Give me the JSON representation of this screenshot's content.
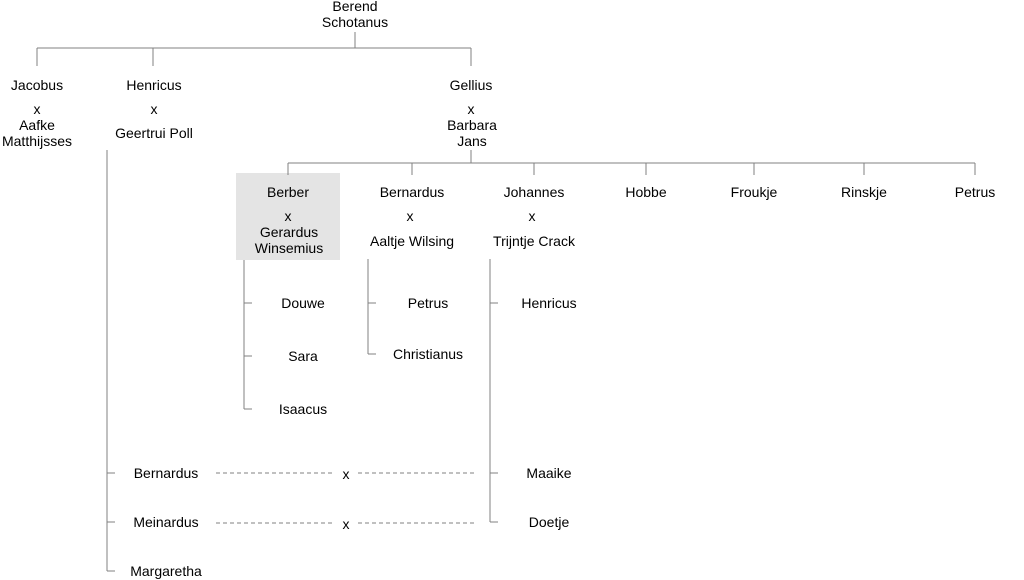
{
  "tree": {
    "root": {
      "line1": "Berend",
      "line2": "Schotanus"
    },
    "marriage_marker": "x",
    "children": {
      "jacobus": {
        "name": "Jacobus",
        "spouse_line1": "Aafke",
        "spouse_line2": "Matthijsses"
      },
      "henricus": {
        "name": "Henricus",
        "spouse": "Geertrui Poll"
      },
      "gellius": {
        "name": "Gellius",
        "spouse_line1": "Barbara",
        "spouse_line2": "Jans"
      }
    },
    "gellius_children": {
      "berber": {
        "name": "Berber",
        "spouse_line1": "Gerardus",
        "spouse_line2": "Winsemius"
      },
      "bernardus": {
        "name": "Bernardus",
        "spouse": "Aaltje Wilsing"
      },
      "johannes": {
        "name": "Johannes",
        "spouse": "Trijntje Crack"
      },
      "hobbe": "Hobbe",
      "froukje": "Froukje",
      "rinskje": "Rinskje",
      "petrus": "Petrus"
    },
    "berber_children": [
      "Douwe",
      "Sara",
      "Isaacus"
    ],
    "bernardus_children": [
      "Petrus",
      "Christianus"
    ],
    "johannes_children": [
      "Henricus",
      "Maaike",
      "Doetje"
    ],
    "henricus_children": [
      "Bernardus",
      "Meinardus",
      "Margaretha"
    ]
  }
}
